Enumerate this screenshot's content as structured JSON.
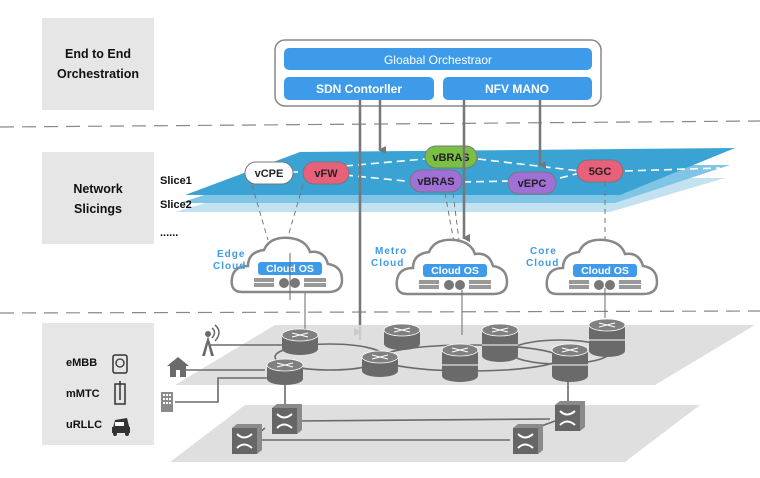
{
  "layers": {
    "orchestration": {
      "label_line1": "End to End",
      "label_line2": "Orchestration"
    },
    "slicing": {
      "label_line1": "Network",
      "label_line2": "Slicings"
    },
    "services": {
      "items": [
        {
          "label": "eMBB",
          "icon": "tablet-icon"
        },
        {
          "label": "mMTC",
          "icon": "thermometer-icon"
        },
        {
          "label": "uRLLC",
          "icon": "car-icon"
        }
      ]
    }
  },
  "orchestrator": {
    "global": "Gloabal Orchestraor",
    "sdn": "SDN Contorller",
    "nfv": "NFV MANO"
  },
  "slices": {
    "slice1": "Slice1",
    "slice2": "Slice2",
    "more": "......"
  },
  "vnfs": {
    "vcpe": "vCPE",
    "vfw": "vFW",
    "vbras_green": "vBRAS",
    "vbras_purple": "vBRAS",
    "vepc": "vEPC",
    "fivegc": "5GC"
  },
  "clouds": [
    {
      "name_line1": "Edge",
      "name_line2": "Cloud",
      "os": "Cloud OS"
    },
    {
      "name_line1": "Metro",
      "name_line2": "Cloud",
      "os": "Cloud OS"
    },
    {
      "name_line1": "Core",
      "name_line2": "Cloud",
      "os": "Cloud OS"
    }
  ],
  "colors": {
    "orchestrator_blue": "#3d9be9",
    "slice_top": "#3aa3d4",
    "slice_mid": "#7cc2e4",
    "slice_bottom": "#b9def0",
    "vfw_red": "#e9607a",
    "vbras_green": "#7ac143",
    "purple": "#a070d6",
    "gray_panel": "#e6e6e6",
    "device_gray": "#6a6a6a"
  }
}
